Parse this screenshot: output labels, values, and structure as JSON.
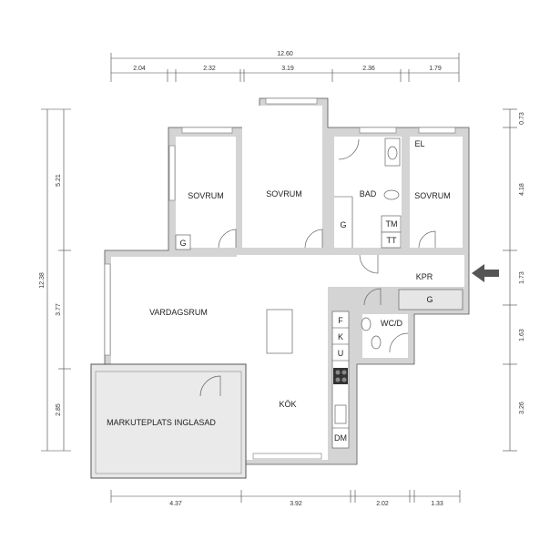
{
  "rooms": {
    "sovrum_1": "SOVRUM",
    "sovrum_2": "SOVRUM",
    "bad": "BAD",
    "sovrum_3": "SOVRUM",
    "vardagsrum": "VARDAGSRUM",
    "kok": "KÖK",
    "markuteplats": "MARKUTEPLATS INGLASAD",
    "kpr": "KPR",
    "wcd": "WC/D"
  },
  "fixtures": {
    "g1": "G",
    "g2": "G",
    "g3": "G",
    "el": "EL",
    "tm": "TM",
    "tt": "TT",
    "f": "F",
    "k": "K",
    "u": "U",
    "dm": "DM"
  },
  "dimensions": {
    "top_total": "12.60",
    "top": [
      "2.04",
      "2.32",
      "3.19",
      "2.36",
      "1.79"
    ],
    "left_total": "12.38",
    "left": [
      "5.21",
      "3.77",
      "2.85"
    ],
    "right": [
      "0.73",
      "4.18",
      "1.73",
      "1.63",
      "3.26"
    ],
    "bottom": [
      "4.37",
      "3.92",
      "2.02",
      "1.33"
    ]
  },
  "colors": {
    "wall": "#d4d4d4",
    "balcony": "#e8e8e8",
    "arrow": "#555555"
  },
  "entrance_arrow": "arrow-left-icon"
}
